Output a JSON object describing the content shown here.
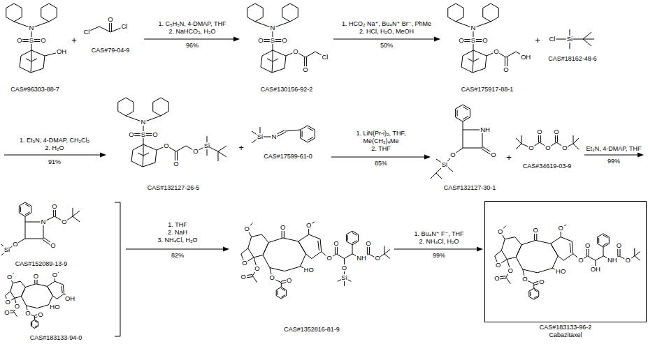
{
  "diagram": {
    "nodes": [
      {
        "text": [
          "CAS#96303-88-7"
        ]
      },
      {
        "text": [
          "CAS#79-04-9"
        ]
      },
      {
        "text": [
          "CAS#130156-92-2"
        ]
      },
      {
        "text": [
          "CAS#175917-88-1"
        ]
      },
      {
        "text": [
          "CAS#18162-48-6"
        ]
      },
      {
        "text": [
          "CAS#132127-26-5"
        ]
      },
      {
        "text": [
          "CAS#17599-61-0"
        ]
      },
      {
        "text": [
          "CAS#132127-30-1"
        ]
      },
      {
        "text": [
          "CAS#34619-03-9"
        ]
      },
      {
        "text": [
          "CAS#152089-13-9"
        ]
      },
      {
        "text": [
          "CAS#183133-94-0"
        ]
      },
      {
        "text": [
          "CAS#1352816-81-9"
        ]
      },
      {
        "text": [
          "CAS#183133-96-2",
          "Cabazitaxel"
        ]
      }
    ],
    "edges": [
      {
        "from": 1,
        "to": 2,
        "arrow": "to"
      },
      {
        "from": 2,
        "to": 3,
        "arrow": "to"
      },
      {
        "from": 6,
        "to": 7,
        "arrow": "to"
      },
      {
        "from": 11,
        "to": 12,
        "arrow": "to"
      }
    ],
    "labels": [
      "N",
      "O",
      "S",
      "O",
      "OH",
      "+",
      "Cl",
      "O",
      "Cl",
      "1. C₅H₅N, 4-DMAP, THF",
      "2. NaHCO₃, H₂O",
      "96%",
      "N",
      "O",
      "S",
      "O",
      "O",
      "O",
      "Cl",
      "1. HCO₂ Na⁺, Bu₄N⁺ Br⁻, PhMe",
      "2. HCl, H₂O, MeOH",
      "50%",
      "N",
      "O",
      "S",
      "O",
      "O",
      "O",
      "OH",
      "+",
      "Cl",
      "Si",
      "1. Et₃N, 4-DMAP, CH₂Cl₂",
      "2. H₂O",
      "91%",
      "N",
      "O",
      "S",
      "O",
      "O",
      "O",
      "O",
      "Si",
      "+",
      "Si",
      "N",
      "1. LiN(Pr-i)₂, THF, Me(CH₂)₄Me",
      "2. THF",
      "85%",
      "NH",
      "O",
      "O",
      "Si",
      "+",
      "O",
      "O",
      "O",
      "O",
      "O",
      "Et₃N, 4-DMAP, THF",
      "99%",
      "O",
      "N",
      "O",
      "O",
      "O",
      "Si",
      "O",
      "O",
      "O",
      "O",
      "O",
      "O",
      "O",
      "O",
      "HO",
      "OH",
      "1. THF",
      "2. NaH",
      "3. NH₄Cl, H₂O",
      "82%",
      "O",
      "O",
      "O",
      "O",
      "O",
      "O",
      "O",
      "O",
      "HO",
      "O",
      "O",
      "O",
      "Si",
      "NH",
      "O",
      "O",
      "1. Bu₄N⁺ F⁻, THF",
      "2. NH₄Cl, H₂O",
      "99%",
      "O",
      "O",
      "O",
      "O",
      "O",
      "O",
      "O",
      "O",
      "HO",
      "O",
      "O",
      "OH",
      "NH",
      "O",
      "O"
    ]
  }
}
